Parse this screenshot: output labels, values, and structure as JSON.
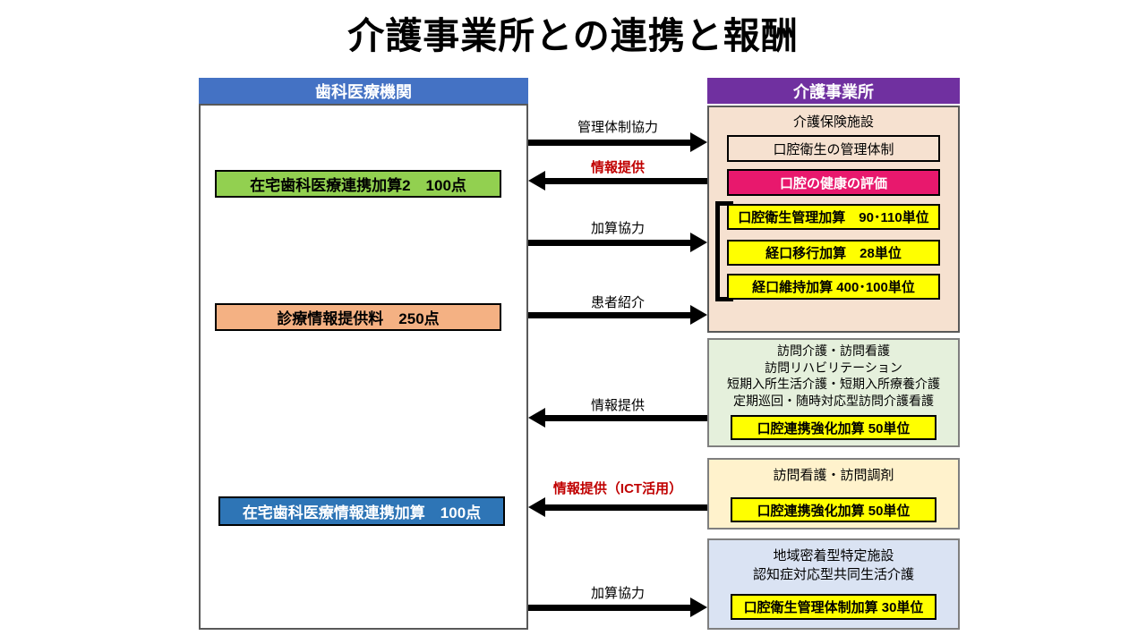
{
  "title": "介護事業所との連携と報酬",
  "left": {
    "header": "歯科医療機関",
    "boxes": [
      {
        "label": "在宅歯科医療連携加算2　100点"
      },
      {
        "label": "診療情報提供料　250点"
      },
      {
        "label": "在宅歯科医療情報連携加算　100点"
      }
    ]
  },
  "right": {
    "header": "介護事業所",
    "panels": [
      {
        "title": "介護保険施設",
        "management_box": "口腔衛生の管理体制",
        "evaluation_box": "口腔の健康の評価",
        "additions": [
          "口腔衛生管理加算　90･110単位",
          "経口移行加算　28単位",
          "経口維持加算 400･100単位"
        ]
      },
      {
        "lines": [
          "訪問介護・訪問看護",
          "訪問リハビリテーション",
          "短期入所生活介護・短期入所療養介護",
          "定期巡回・随時対応型訪問介護看護"
        ],
        "addition": "口腔連携強化加算 50単位"
      },
      {
        "lines": [
          "訪問看護・訪問調剤"
        ],
        "addition": "口腔連携強化加算 50単位"
      },
      {
        "lines": [
          "地域密着型特定施設",
          "認知症対応型共同生活介護"
        ],
        "addition": "口腔衛生管理体制加算 30単位"
      }
    ]
  },
  "arrows": [
    {
      "label": "管理体制協力",
      "direction": "right",
      "emphasis": false
    },
    {
      "label": "情報提供",
      "direction": "left",
      "emphasis": true
    },
    {
      "label": "加算協力",
      "direction": "right",
      "emphasis": false
    },
    {
      "label": "患者紹介",
      "direction": "right",
      "emphasis": false
    },
    {
      "label": "情報提供",
      "direction": "left",
      "emphasis": false
    },
    {
      "label": "情報提供（ICT活用）",
      "direction": "left",
      "emphasis": true
    },
    {
      "label": "加算協力",
      "direction": "right",
      "emphasis": false
    }
  ],
  "colors": {
    "left_header": "#4472C4",
    "right_header": "#7030A0",
    "green_box": "#92D050",
    "orange_box": "#F4B183",
    "blue_box": "#2E75B6",
    "pink_box": "#E8186D",
    "yellow_box": "#FFFF00",
    "panel_peach": "#F6E1D0",
    "panel_green": "#E5F0DC",
    "panel_cream": "#FFF2CC",
    "panel_lavender": "#DAE3F3",
    "red_label": "#C00000"
  }
}
